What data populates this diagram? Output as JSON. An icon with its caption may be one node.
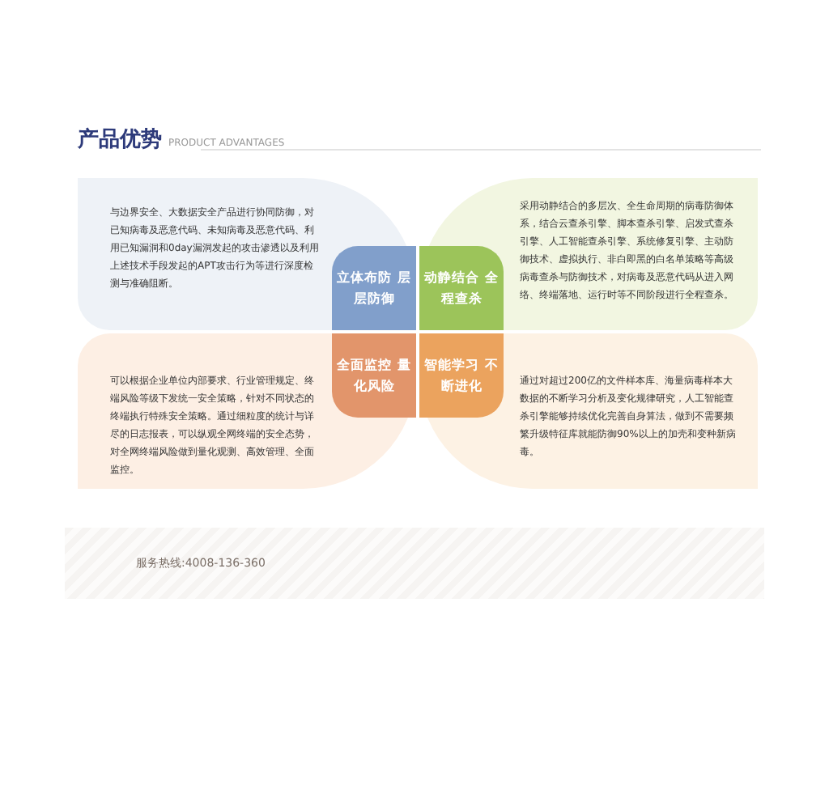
{
  "diagram": {
    "title": "产品优势",
    "nodes": [
      {
        "text": [
          "与边界安全、大数据安全产品进行协同防御，对已知病毒及恶意代码、未知病毒及恶意代码、利用已知漏洞和0day漏洞发起的攻击渗透以及利用上述技术手段发起的APT攻击行为等进行深度检测与准确阻断。"
        ]
      },
      {
        "text": [
          "立体布防 层层防御"
        ],
        "in": 0
      },
      {
        "text": [
          "采用动静结合的多层次、全生命周期的病毒防御体系，结合云查杀引擎、脚本查杀引擎、启发式查杀引擎、人工智能查杀引擎、系统修复引擎、主动防御技术、虚拟执行、非白即黑的白名单策略等高级病毒查杀与防御技术，对病毒及恶意代码从进入网络、终端落地、运行时等不同阶段进行全程查杀。"
        ]
      },
      {
        "text": [
          "动静结合 全程查杀"
        ],
        "in": 2
      },
      {
        "text": [
          "可以根据企业单位内部要求、行业管理规定、终端风险等级下发统一安全策略，针对不同状态的终端执行特殊安全策略。通过细粒度的统计与详尽的日志报表，可以纵观全网终端的安全态势，对全网终端风险做到量化观测、高效管理、全面监控。"
        ]
      },
      {
        "text": [
          "全面监控 量化风险"
        ],
        "in": 4
      },
      {
        "text": [
          "通过对超过200亿的文件样本库、海量病毒样本大数据的不断学习分析及变化规律研究，人工智能查杀引擎能够持续优化完善自身算法，做到不需要频繁升级特征库就能防御90%以上的加壳和变种新病毒。"
        ]
      },
      {
        "text": [
          "智能学习 不断进化"
        ],
        "in": 6
      }
    ],
    "labels": [
      "PRODUCT ADVANTAGES",
      "服务热线:4008-136-360"
    ]
  }
}
